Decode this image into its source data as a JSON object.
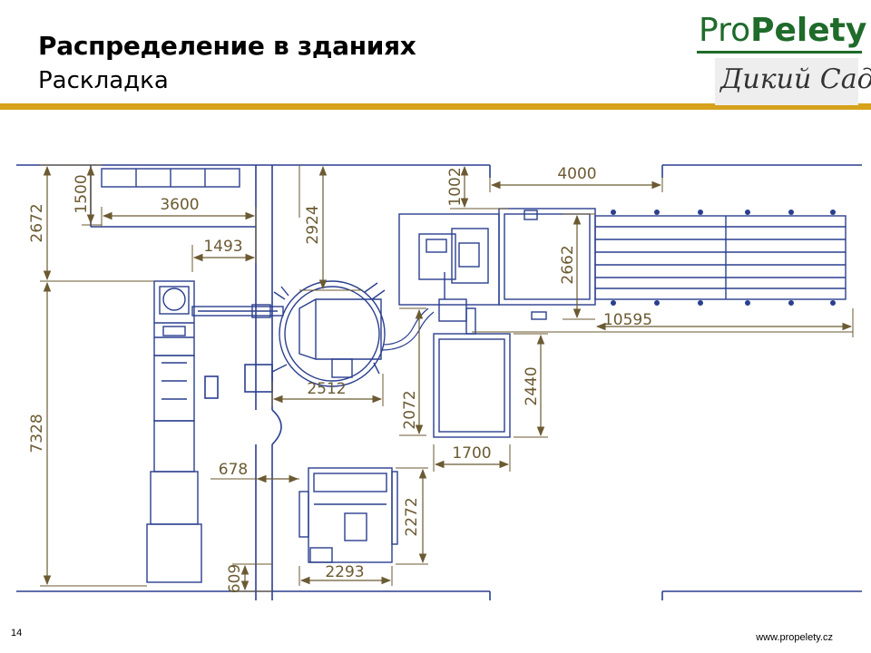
{
  "header": {
    "title": "Распределение в зданиях",
    "subtitle": "Раскладка"
  },
  "logo": {
    "brand_light": "Pro",
    "brand_bold": "Pelety",
    "partner": "Дикий Сад"
  },
  "footer": {
    "page_number": "14",
    "url": "www.propelety.cz"
  },
  "dimensions": {
    "d1500": "1500",
    "d3600": "3600",
    "d2672": "2672",
    "d1493": "1493",
    "d7328": "7328",
    "d2924": "2924",
    "d1002": "1002",
    "d4000": "4000",
    "d2662": "2662",
    "d10595": "10595",
    "d2512": "2512",
    "d2072": "2072",
    "d2440": "2440",
    "d1700": "1700",
    "d678": "678",
    "d2272": "2272",
    "d2293": "2293",
    "d609": "609"
  },
  "colors": {
    "accent_rule": "#d6a21c",
    "brand_green": "#1f6b2a",
    "plan_blue": "#2a3f8f",
    "dimension_brown": "#6b5a32"
  }
}
